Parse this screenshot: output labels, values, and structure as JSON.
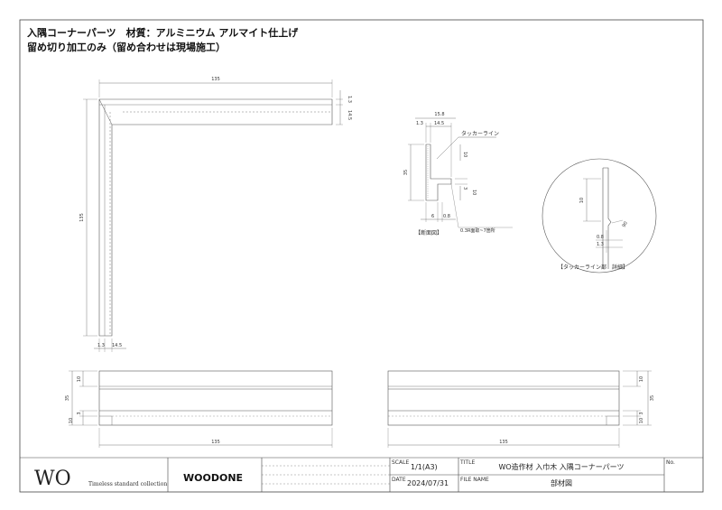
{
  "header": {
    "line1": "入隅コーナーパーツ　材質：アルミニウム アルマイト仕上げ",
    "line2": "留め切り加工のみ（留め合わせは現場施工）"
  },
  "plan_view": {
    "top_length": "135",
    "side_length": "135",
    "thick_small": "1.3",
    "thick_large": "14.5",
    "bottom_small": "1.3",
    "bottom_large": "14.5"
  },
  "section": {
    "width_total": "15.8",
    "dim_small": "1.3",
    "dim_flange": "14.5",
    "tacker_label": "タッカーライン",
    "height": "35",
    "upper_10": "10",
    "lower_3": "3",
    "lower_10": "10",
    "bottom_6": "6",
    "bottom_08": "0.8",
    "chamfer_note": "0.3R面取~7箇所",
    "caption": "【断面図】"
  },
  "detail": {
    "dim_10": "10",
    "dim_08": "0.8",
    "dim_13": "1.3",
    "angle": "90",
    "caption": "【タッカーライン部　詳細】"
  },
  "elevation_left": {
    "height": "35",
    "top_10": "10",
    "mid_3": "3",
    "bottom_10": "10",
    "length": "135"
  },
  "elevation_right": {
    "height": "35",
    "top_10": "10",
    "mid_3": "3",
    "bottom_10": "10",
    "length": "135"
  },
  "title_block": {
    "logo": "WO",
    "tagline": "Timeless standard collection",
    "brand": "WOODONE",
    "scale_label": "SCALE",
    "scale_value": "1/1(A3)",
    "date_label": "DATE",
    "date_value": "2024/07/31",
    "title_label": "TITLE",
    "title_value": "WO造作材 入巾木 入隅コーナーパーツ",
    "file_label": "FILE NAME",
    "file_value": "部材図",
    "no_label": "No."
  }
}
